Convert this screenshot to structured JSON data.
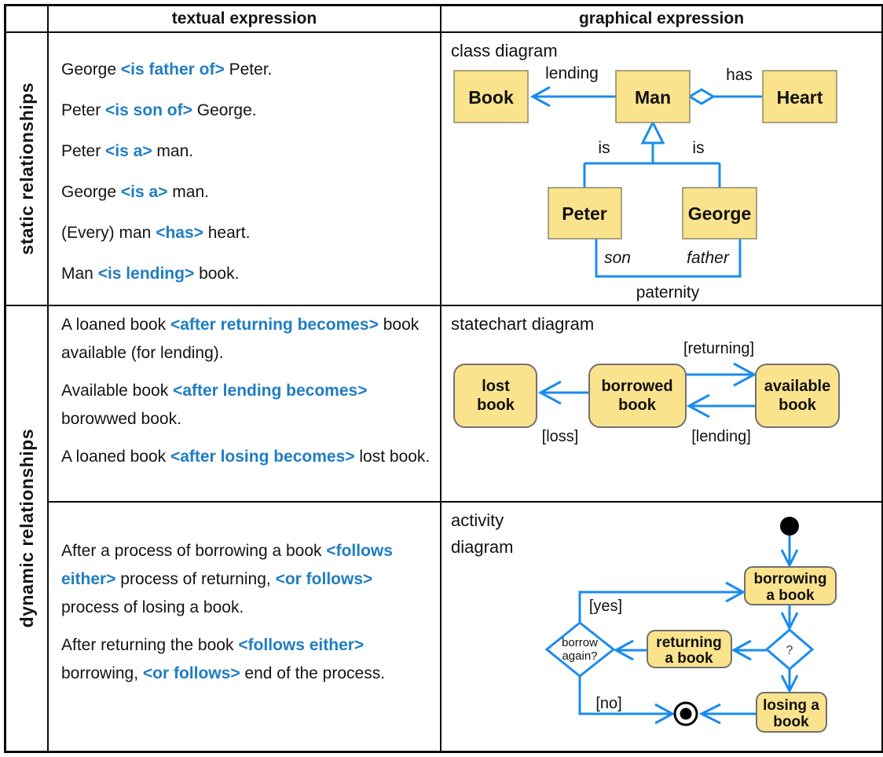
{
  "table": {
    "header": {
      "textual": "textual expression",
      "graphical": "graphical expression"
    },
    "row_labels": {
      "static": "static relationships",
      "dynamic": "dynamic relationships"
    }
  },
  "colors": {
    "diagram_line_blue": "#1a8cee",
    "relation_text_blue": "#1f7dc2",
    "node_fill_yellow": "#fbe38d",
    "class_box_border": "#8a8a6a",
    "rounded_box_border": "#707070"
  },
  "static_text": {
    "sentences": [
      {
        "pre": "George ",
        "rel": "<is father of>",
        "post": " Peter."
      },
      {
        "pre": "Peter ",
        "rel": "<is son of>",
        "post": " George."
      },
      {
        "pre": "Peter ",
        "rel": "<is a>",
        "post": " man."
      },
      {
        "pre": "George ",
        "rel": "<is a>",
        "post": " man."
      },
      {
        "pre": "(Every) man ",
        "rel": "<has>",
        "post": " heart."
      },
      {
        "pre": "Man ",
        "rel": "<is lending>",
        "post": " book."
      }
    ]
  },
  "state_text": {
    "sentences": [
      {
        "pre": "A loaned book ",
        "rel": "<after returning becomes>",
        "post": " book available (for lending)."
      },
      {
        "pre": "Available book ",
        "rel": "<after lending becomes>",
        "post": " borowwed book."
      },
      {
        "pre": "A loaned book ",
        "rel": "<after losing becomes>",
        "post": " lost book."
      }
    ]
  },
  "activity_text": {
    "sentences": [
      {
        "p1": "After a process of borrowing a book ",
        "r1": "<follows either>",
        "p2": " process of returning, ",
        "r2": "<or follows>",
        "p3": " process of losing a book."
      },
      {
        "p1": "After returning the book ",
        "r1": "<follows either>",
        "p2": " borrowing, ",
        "r2": "<or follows>",
        "p3": " end of the process."
      }
    ]
  },
  "class_diagram": {
    "title": "class diagram",
    "classes": {
      "book": "Book",
      "man": "Man",
      "heart": "Heart",
      "peter": "Peter",
      "george": "George"
    },
    "labels": {
      "lending": "lending",
      "has": "has",
      "is_left": "is",
      "is_right": "is",
      "son": "son",
      "father": "father",
      "paternity": "paternity"
    }
  },
  "statechart": {
    "title": "statechart diagram",
    "states": [
      {
        "line1": "lost",
        "line2": "book"
      },
      {
        "line1": "borrowed",
        "line2": "book"
      },
      {
        "line1": "available",
        "line2": "book"
      }
    ],
    "guards": {
      "returning": "[returning]",
      "lending": "[lending]",
      "loss": "[loss]"
    }
  },
  "activity": {
    "title_line1": "activity",
    "title_line2": "diagram",
    "actions": {
      "borrowing": {
        "line1": "borrowing",
        "line2": "a book"
      },
      "returning": {
        "line1": "returning",
        "line2": "a book"
      },
      "losing": {
        "line1": "losing a",
        "line2": "book"
      }
    },
    "decision_question": "?",
    "decision_borrow": {
      "line1": "borrow",
      "line2": "again?"
    },
    "guards": {
      "yes": "[yes]",
      "no": "[no]"
    }
  }
}
